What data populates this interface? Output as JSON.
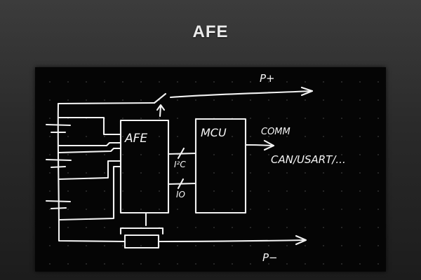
{
  "slide": {
    "title": "AFE"
  },
  "diagram": {
    "labels": {
      "afe": "AFE",
      "mcu": "MCU",
      "pack_positive": "P+",
      "pack_negative": "P−",
      "comm": "COMM",
      "comm_interfaces": "CAN/USART/...",
      "i2c": "I²C",
      "io": "IO"
    },
    "colors": {
      "ink": "#f2f2f2",
      "board": "#050505"
    }
  }
}
